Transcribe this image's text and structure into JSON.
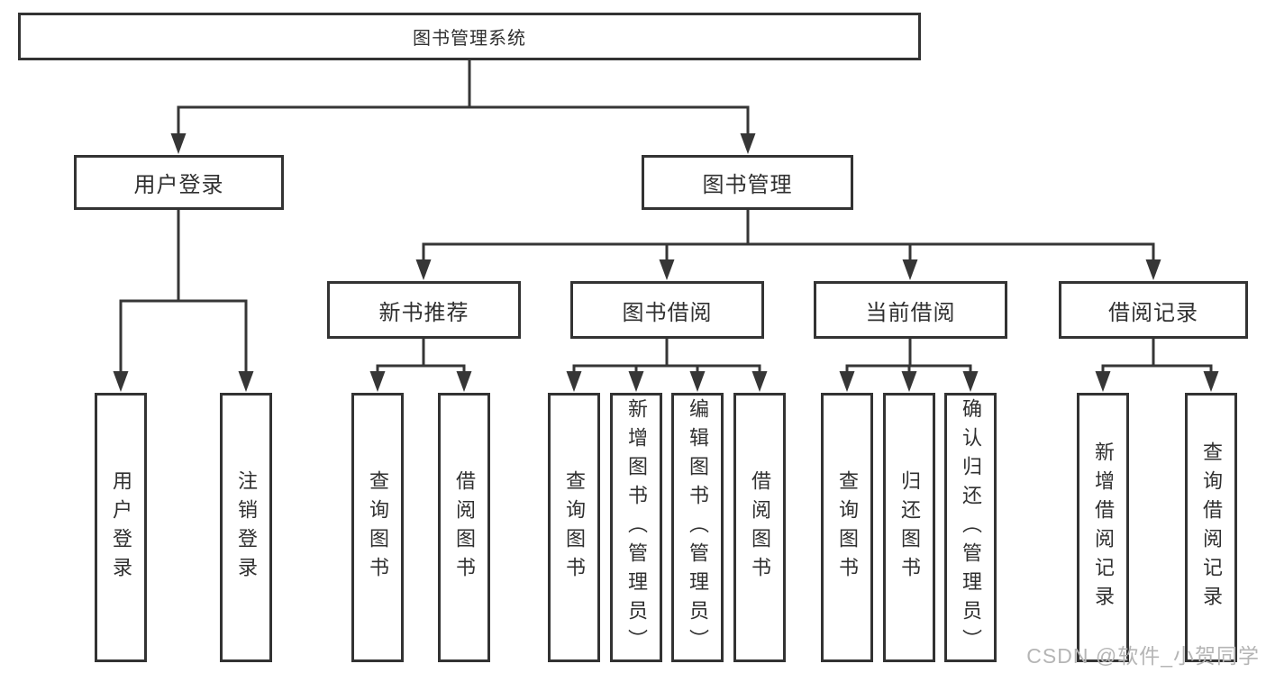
{
  "title": {
    "label": "图书管理系统"
  },
  "level2": [
    {
      "label": "用户登录"
    },
    {
      "label": "图书管理"
    }
  ],
  "level3": [
    {
      "label": "新书推荐"
    },
    {
      "label": "图书借阅"
    },
    {
      "label": "当前借阅"
    },
    {
      "label": "借阅记录"
    }
  ],
  "leaves": [
    {
      "label": "用户登录",
      "parent": "用户登录"
    },
    {
      "label": "注销登录",
      "parent": "用户登录"
    },
    {
      "label": "查询图书",
      "parent": "新书推荐"
    },
    {
      "label": "借阅图书",
      "parent": "新书推荐"
    },
    {
      "label": "查询图书",
      "parent": "图书借阅"
    },
    {
      "label": "新增图书（管理员）",
      "parent": "图书借阅"
    },
    {
      "label": "编辑图书（管理员）",
      "parent": "图书借阅"
    },
    {
      "label": "借阅图书",
      "parent": "图书借阅"
    },
    {
      "label": "查询图书",
      "parent": "当前借阅"
    },
    {
      "label": "归还图书",
      "parent": "当前借阅"
    },
    {
      "label": "确认归还（管理员）",
      "parent": "当前借阅"
    },
    {
      "label": "新增借阅记录",
      "parent": "借阅记录"
    },
    {
      "label": "查询借阅记录",
      "parent": "借阅记录"
    }
  ],
  "watermark": "CSDN @软件_小贺同学",
  "colors": {
    "line": "#363636",
    "box_border": "#333333",
    "text": "#303030",
    "watermark": "#b5b5b5",
    "background": "#ffffff"
  }
}
